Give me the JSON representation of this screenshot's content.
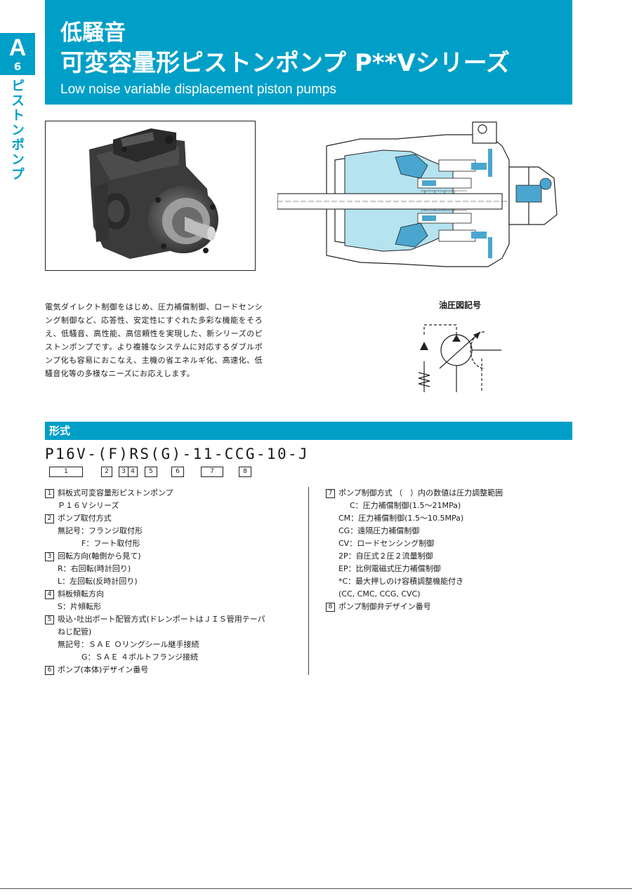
{
  "side": {
    "letter": "A",
    "number": "6",
    "category": "ピストンポンプ"
  },
  "header": {
    "title_line1": "低騒音",
    "title_line2": "可変容量形ピストンポンプ P**Vシリーズ",
    "subtitle": "Low noise variable displacement piston pumps"
  },
  "description": "電気ダイレクト制御をはじめ、圧力補償制御、ロードセンシング制御など、応答性、安定性にすぐれた多彩な機能をそろえ、低騒音、高性能、高信頼性を実現した、新シリーズのピストンポンプです。より複雑なシステムに対応するダブルポンプ化も容易におこなえ、主機の省エネルギ化、高速化、低騒音化等の多様なニーズにお応えします。",
  "hydraulic_symbol_title": "油圧図記号",
  "section_title": "形式",
  "model_code": "P16V-(F)RS(G)-11-CCG-10-J",
  "model_numbers": [
    "1",
    "2",
    "3",
    "4",
    "5",
    "6",
    "7",
    "8"
  ],
  "spec_left": [
    {
      "kind": "hd",
      "num": "1",
      "text": "斜板式可変容量形ピストンポンプ"
    },
    {
      "kind": "ind1",
      "text": "Ｐ１６Ｖシリーズ"
    },
    {
      "kind": "hd",
      "num": "2",
      "text": "ポンプ取付方式"
    },
    {
      "kind": "ind1",
      "text": "無記号：フランジ取付形"
    },
    {
      "kind": "ind2",
      "text": "F：フート取付形"
    },
    {
      "kind": "hd",
      "num": "3",
      "text": "回転方向(軸側から見て)"
    },
    {
      "kind": "ind1",
      "text": "R：右回転(時計回り)"
    },
    {
      "kind": "ind1",
      "text": "L：左回転(反時計回り)"
    },
    {
      "kind": "hd",
      "num": "4",
      "text": "斜板傾転方向"
    },
    {
      "kind": "ind1",
      "text": "S：片傾転形"
    },
    {
      "kind": "hd",
      "num": "5",
      "text": "吸込･吐出ポート配管方式(ドレンポートはＪＩＳ管用テーパ"
    },
    {
      "kind": "ind1",
      "text": "ねじ配管)"
    },
    {
      "kind": "ind1",
      "text": "無記号：ＳＡＥ Ｏリングシール継手接続"
    },
    {
      "kind": "ind2",
      "text": "G：ＳＡＥ ４ボルトフランジ接続"
    },
    {
      "kind": "hd",
      "num": "6",
      "text": "ポンプ(本体)デザイン番号"
    }
  ],
  "spec_right": [
    {
      "kind": "hd",
      "num": "7",
      "text": "ポンプ制御方式 （　）内の数値は圧力調整範囲"
    },
    {
      "kind": "ind3",
      "text": "C：圧力補償制御(1.5～21MPa)"
    },
    {
      "kind": "ind1",
      "text": "CM：圧力補償制御(1.5～10.5MPa)"
    },
    {
      "kind": "ind1",
      "text": "CG：遠隔圧力補償制御"
    },
    {
      "kind": "ind1",
      "text": "CV：ロードセンシング制御"
    },
    {
      "kind": "ind1",
      "text": "2P：自圧式２圧２流量制御"
    },
    {
      "kind": "ind1",
      "text": "EP：比例電磁式圧力補償制御"
    },
    {
      "kind": "ind1",
      "text": "*C：最大押しのけ容積調整機能付き"
    },
    {
      "kind": "ind1",
      "text": "(CC, CMC, CCG, CVC)"
    },
    {
      "kind": "hd",
      "num": "8",
      "text": "ポンプ制御弁デザイン番号"
    }
  ],
  "colors": {
    "accent": "#009fc8",
    "cutaway_fill": "#b5e3ef",
    "cutaway_detail": "#4aa6cf"
  }
}
